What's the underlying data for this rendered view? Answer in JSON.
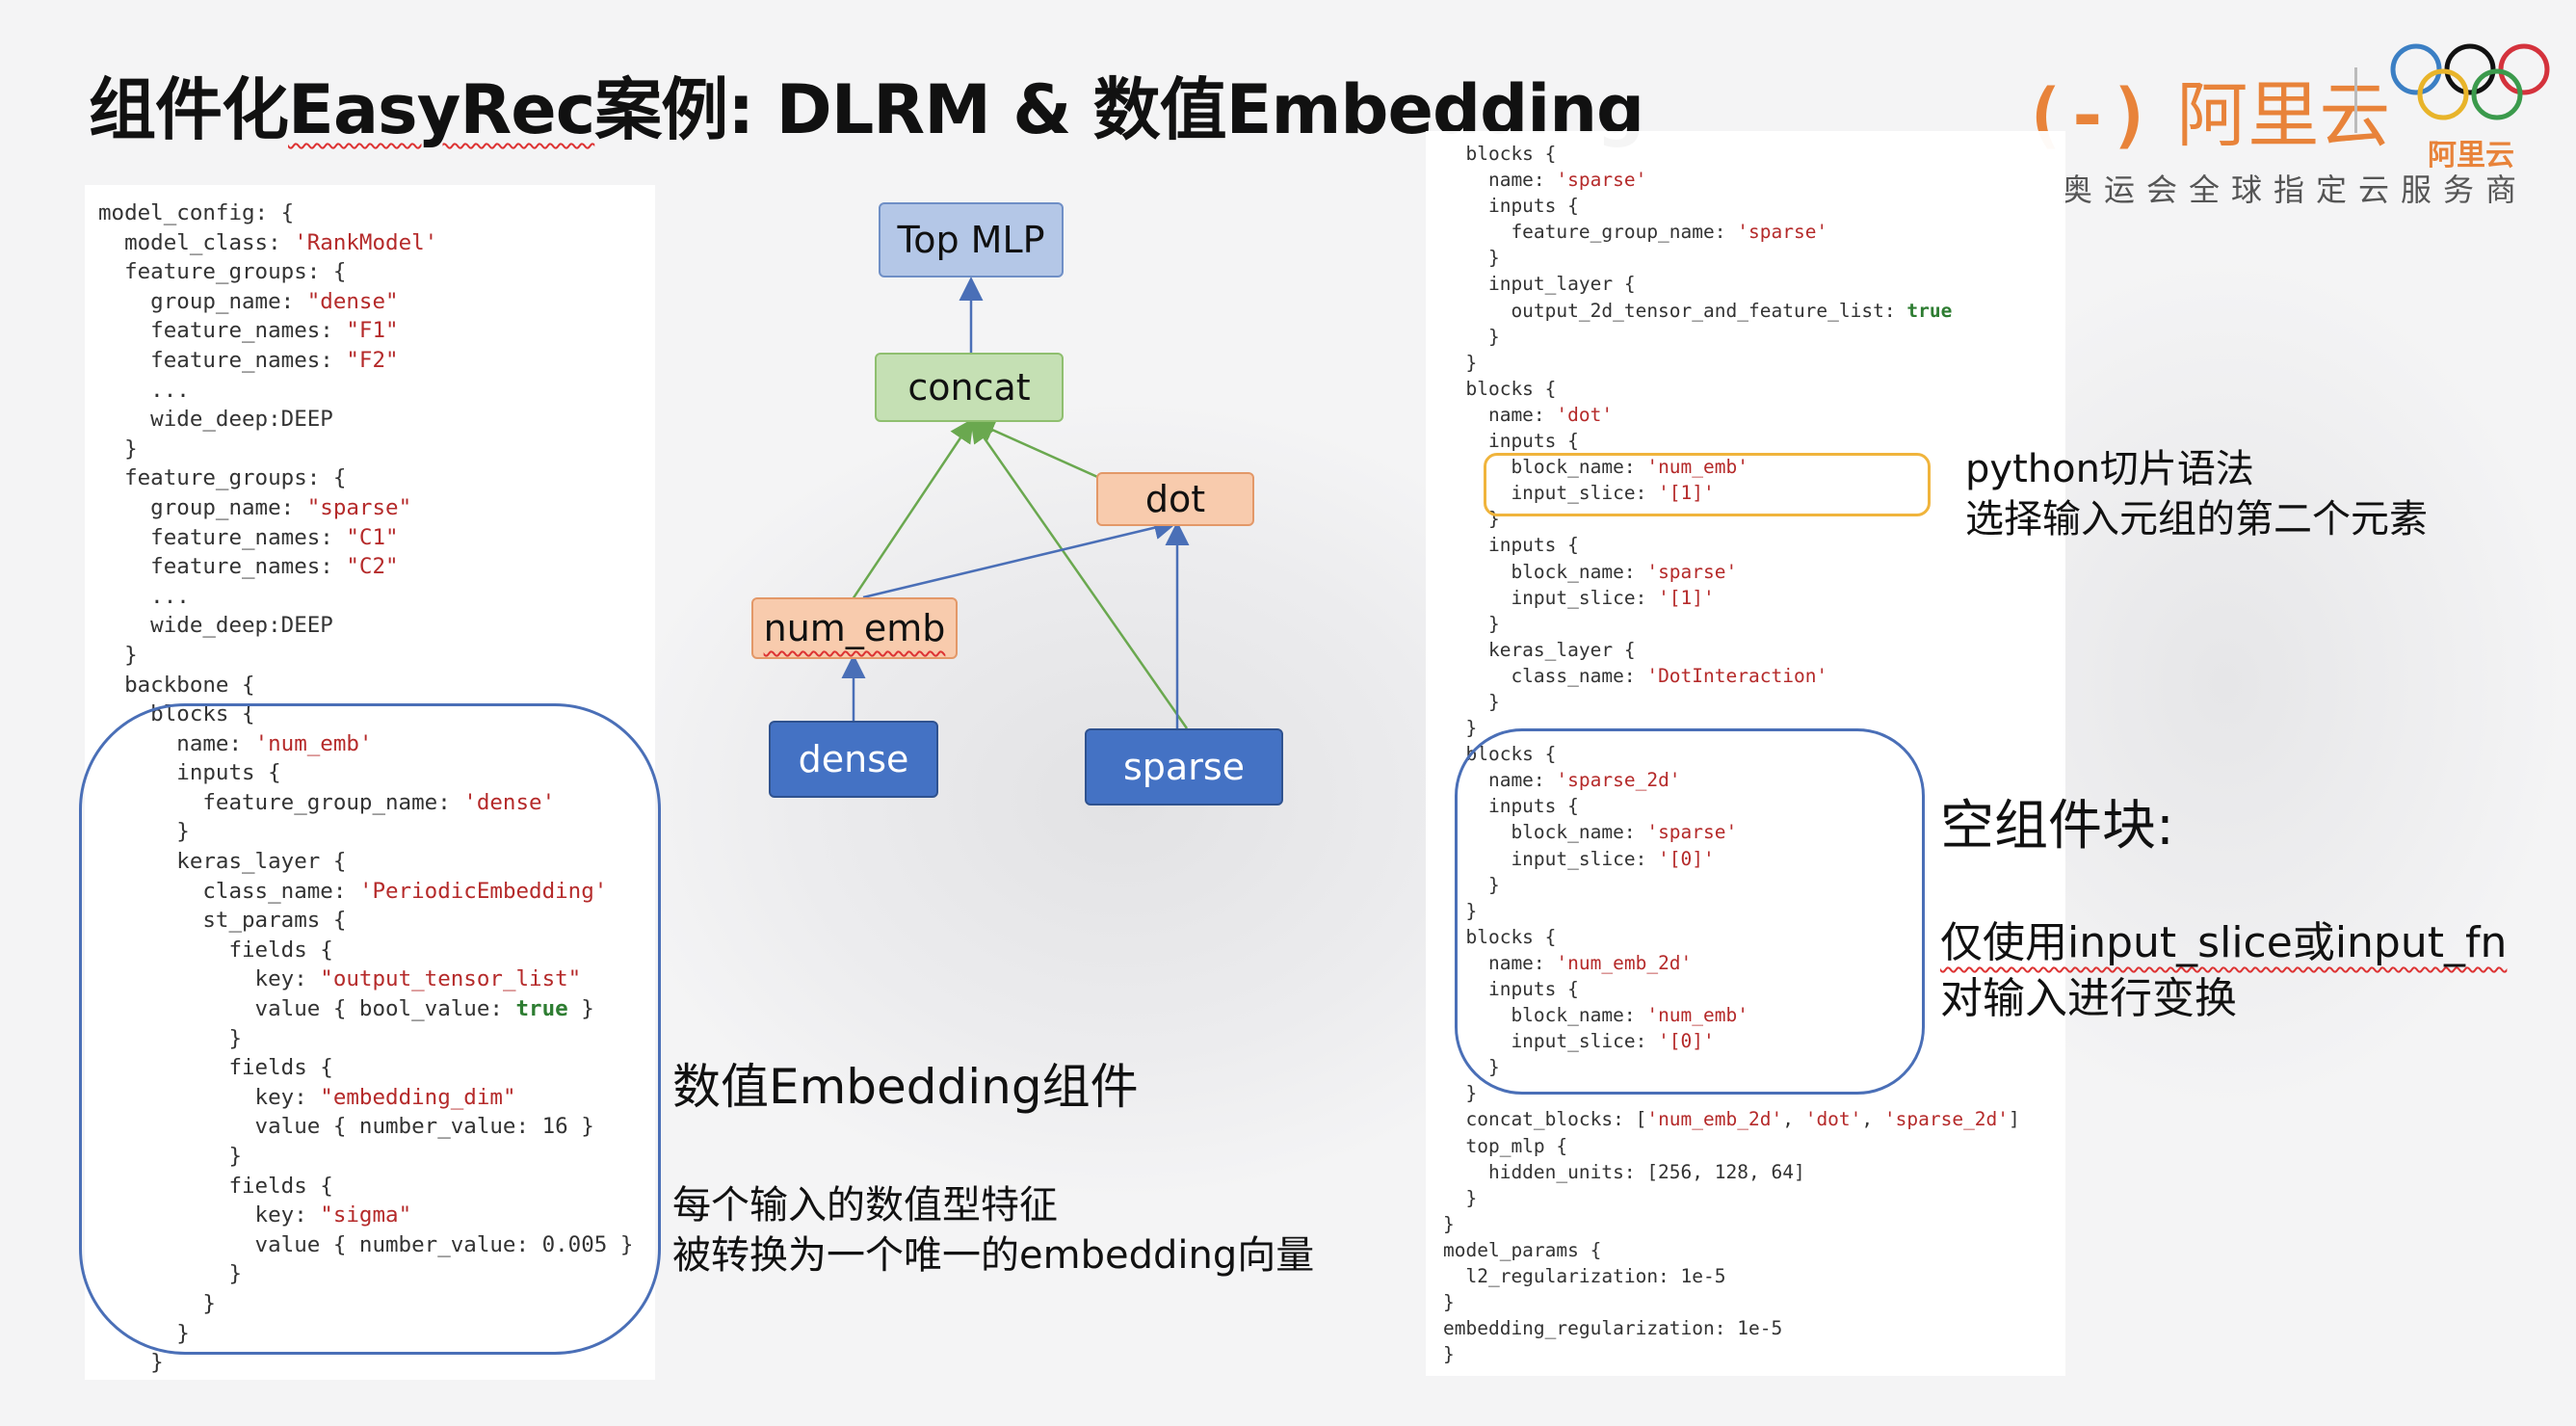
{
  "slide": {
    "title_parts": [
      "组件化",
      "EasyRec",
      "案例: DLRM & 数值Embedding"
    ],
    "logo_text": "阿里云",
    "logo_symbol": "(-)",
    "logo_small": "阿里云",
    "slogan": "奥运会全球指定云服务商"
  },
  "diagram": {
    "nodes": {
      "top_mlp": "Top MLP",
      "concat": "concat",
      "dot": "dot",
      "num_emb": "num_emb",
      "dense": "dense",
      "sparse": "sparse"
    },
    "colors": {
      "blue": "#4472c4",
      "lightblue": "#b4c7e7",
      "green": "#c5e0b4",
      "orange": "#f8cbad",
      "arrow_blue": "#4a6fb7",
      "arrow_green": "#6aa84f"
    }
  },
  "annotations": {
    "numeric_title": "数值Embedding组件",
    "numeric_desc_1": "每个输入的数值型特征",
    "numeric_desc_2": "被转换为一个唯一的embedding向量",
    "python_1": "python切片语法",
    "python_2": "选择输入元组的第二个元素",
    "empty_title": "空组件块:",
    "empty_desc_1": "仅使用input_slice或input_fn",
    "empty_desc_2": "对输入进行变换"
  },
  "code_left": [
    [
      "model_config: {"
    ],
    [
      "  model_class: ",
      {
        "s": "'RankModel'"
      }
    ],
    [
      "  feature_groups: {"
    ],
    [
      "    group_name: ",
      {
        "s": "\"dense\""
      }
    ],
    [
      "    feature_names: ",
      {
        "s": "\"F1\""
      }
    ],
    [
      "    feature_names: ",
      {
        "s": "\"F2\""
      }
    ],
    [
      "    ..."
    ],
    [
      "    wide_deep:DEEP"
    ],
    [
      "  }"
    ],
    [
      "  feature_groups: {"
    ],
    [
      "    group_name: ",
      {
        "s": "\"sparse\""
      }
    ],
    [
      "    feature_names: ",
      {
        "s": "\"C1\""
      }
    ],
    [
      "    feature_names: ",
      {
        "s": "\"C2\""
      }
    ],
    [
      "    ..."
    ],
    [
      "    wide_deep:DEEP"
    ],
    [
      "  }"
    ],
    [
      "  backbone {"
    ],
    [
      "    blocks {"
    ],
    [
      "      name: ",
      {
        "s": "'num_emb'"
      }
    ],
    [
      "      inputs {"
    ],
    [
      "        feature_group_name: ",
      {
        "s": "'dense'"
      }
    ],
    [
      "      }"
    ],
    [
      "      keras_layer {"
    ],
    [
      "        class_name: ",
      {
        "s": "'PeriodicEmbedding'"
      }
    ],
    [
      "        st_params {"
    ],
    [
      "          fields {"
    ],
    [
      "            key: ",
      {
        "s": "\"output_tensor_list\""
      }
    ],
    [
      "            value { bool_value: ",
      {
        "k": "true"
      },
      " }"
    ],
    [
      "          }"
    ],
    [
      "          fields {"
    ],
    [
      "            key: ",
      {
        "s": "\"embedding_dim\""
      }
    ],
    [
      "            value { number_value: 16 }"
    ],
    [
      "          }"
    ],
    [
      "          fields {"
    ],
    [
      "            key: ",
      {
        "s": "\"sigma\""
      }
    ],
    [
      "            value { number_value: 0.005 }"
    ],
    [
      "          }"
    ],
    [
      "        }"
    ],
    [
      "      }"
    ],
    [
      "    }"
    ]
  ],
  "code_right": [
    [
      "  blocks {"
    ],
    [
      "    name: ",
      {
        "s": "'sparse'"
      }
    ],
    [
      "    inputs {"
    ],
    [
      "      feature_group_name: ",
      {
        "s": "'sparse'"
      }
    ],
    [
      "    }"
    ],
    [
      "    input_layer {"
    ],
    [
      "      output_2d_tensor_and_feature_list: ",
      {
        "k": "true"
      }
    ],
    [
      "    }"
    ],
    [
      "  }"
    ],
    [
      "  blocks {"
    ],
    [
      "    name: ",
      {
        "s": "'dot'"
      }
    ],
    [
      "    inputs {"
    ],
    [
      "      block_name: ",
      {
        "s": "'num_emb'"
      }
    ],
    [
      "      input_slice: ",
      {
        "s": "'[1]'"
      }
    ],
    [
      "    }"
    ],
    [
      "    inputs {"
    ],
    [
      "      block_name: ",
      {
        "s": "'sparse'"
      }
    ],
    [
      "      input_slice: ",
      {
        "s": "'[1]'"
      }
    ],
    [
      "    }"
    ],
    [
      "    keras_layer {"
    ],
    [
      "      class_name: ",
      {
        "s": "'DotInteraction'"
      }
    ],
    [
      "    }"
    ],
    [
      "  }"
    ],
    [
      "  blocks {"
    ],
    [
      "    name: ",
      {
        "s": "'sparse_2d'"
      }
    ],
    [
      "    inputs {"
    ],
    [
      "      block_name: ",
      {
        "s": "'sparse'"
      }
    ],
    [
      "      input_slice: ",
      {
        "s": "'[0]'"
      }
    ],
    [
      "    }"
    ],
    [
      "  }"
    ],
    [
      "  blocks {"
    ],
    [
      "    name: ",
      {
        "s": "'num_emb_2d'"
      }
    ],
    [
      "    inputs {"
    ],
    [
      "      block_name: ",
      {
        "s": "'num_emb'"
      }
    ],
    [
      "      input_slice: ",
      {
        "s": "'[0]'"
      }
    ],
    [
      "    }"
    ],
    [
      "  }"
    ],
    [
      "  concat_blocks: [",
      {
        "s": "'num_emb_2d'"
      },
      ", ",
      {
        "s": "'dot'"
      },
      ", ",
      {
        "s": "'sparse_2d'"
      },
      "]"
    ],
    [
      "  top_mlp {"
    ],
    [
      "    hidden_units: [256, 128, 64]"
    ],
    [
      "  }"
    ],
    [
      "}"
    ],
    [
      "model_params {"
    ],
    [
      "  l2_regularization: 1e-5"
    ],
    [
      "}"
    ],
    [
      "embedding_regularization: 1e-5"
    ],
    [
      "}"
    ]
  ]
}
